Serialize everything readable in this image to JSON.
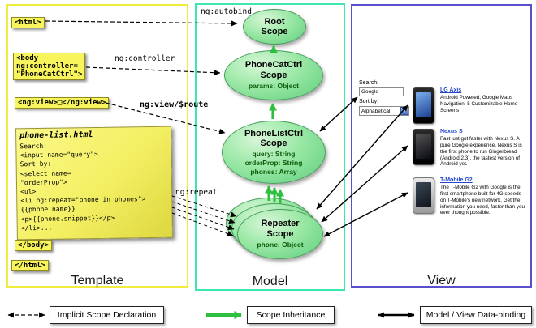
{
  "panels": {
    "template": "Template",
    "model": "Model",
    "view": "View"
  },
  "template": {
    "html_open": "<html>",
    "body_open": "<body\nng:controller=\n\"PhoneCatCtrl\">",
    "ng_view": "<ng:view>□</ng:view>",
    "note": {
      "title": "phone-list.html",
      "code": "Search:\n<input name=\"query\">\nSort by:\n<select name=\n\"orderProp\">\n<ul>\n<li ng:repeat=\"phone in phones\">\n{{phone.name}}\n<p>{{phone.snippet}}</p>\n</li>..."
    },
    "body_close": "</body>",
    "html_close": "</html>"
  },
  "model": {
    "root": {
      "title": "Root\nScope"
    },
    "phonecat": {
      "title": "PhoneCatCtrl\nScope",
      "props": "params: Object"
    },
    "phonelist": {
      "title": "PhoneListCtrl\nScope",
      "props": "query: String\norderProp: String\nphones: Array"
    },
    "repeater": {
      "title": "Repeater\nScope",
      "props": "phone: Object"
    }
  },
  "arrow_labels": {
    "ng_autobind": "ng:autobind",
    "ng_controller": "ng:controller",
    "ng_view_route": "ng:view/$route",
    "ng_repeat": "ng:repeat"
  },
  "view": {
    "search_label": "Search:",
    "search_value": "Google",
    "sort_label": "Sort by:",
    "sort_value": "Alphabetical",
    "phones": [
      {
        "name": "LG Axis",
        "desc": "Android Powered, Google Maps Navigation, 5 Customizable Home Screens"
      },
      {
        "name": "Nexus S",
        "desc": "Fast just got faster with Nexus S. A pure Google experience, Nexus S is the first phone to run Gingerbread (Android 2.3), the fastest version of Android yet."
      },
      {
        "name": "T-Mobile G2",
        "desc": "The T-Mobile G2 with Google is the first smartphone built for 4G speeds on T-Mobile's new network. Get the information you need, faster than you ever thought possible."
      }
    ]
  },
  "legend": {
    "implicit": "Implicit Scope Declaration",
    "inheritance": "Scope Inheritance",
    "databinding": "Model / View Data-binding"
  },
  "colors": {
    "template_border": "#F0ED3E",
    "model_border": "#3BE8AE",
    "view_border": "#5B4FD0",
    "scope_fill": "#8BE09A",
    "scope_stroke": "#4A9B5E",
    "inheritance_arrow": "#2FBF3F",
    "code_box_fill": "#F8F45B",
    "phone_link": "#2244CC"
  }
}
